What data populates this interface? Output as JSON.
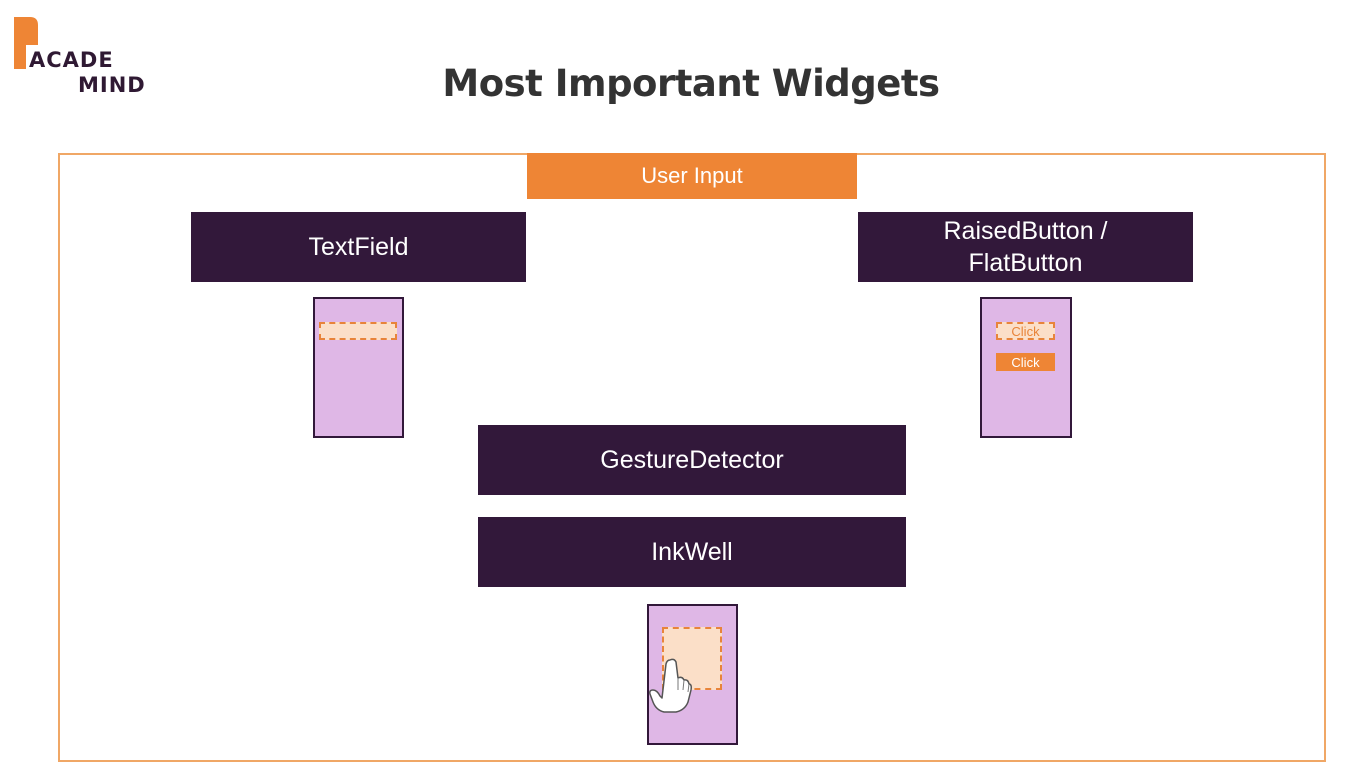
{
  "logo": {
    "line1": "ACADE",
    "line2": "MIND"
  },
  "title": "Most Important Widgets",
  "section_header": "User Input",
  "widgets": {
    "textfield": "TextField",
    "raisedbutton_line1": "RaisedButton /",
    "raisedbutton_line2": "FlatButton",
    "gesturedetector": "GestureDetector",
    "inkwell": "InkWell"
  },
  "mockups": {
    "flat_button_label": "Click",
    "raised_button_label": "Click"
  },
  "colors": {
    "accent": "#ee8535",
    "dark": "#32183a",
    "phone": "#dfb7e6",
    "frame": "#f0a766"
  },
  "icons": [
    "book-logo-icon",
    "tap-hand-icon"
  ]
}
